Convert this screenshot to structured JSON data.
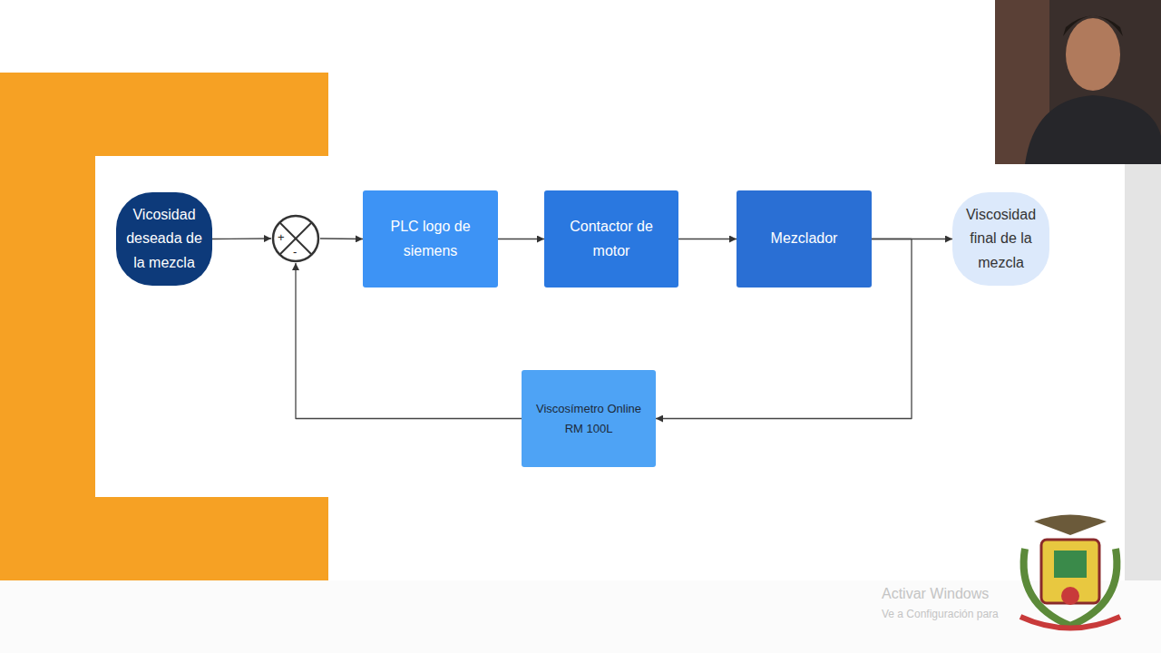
{
  "diagram": {
    "nodes": [
      {
        "text": [
          "Vicosidad deseada de la mezcla"
        ]
      },
      {
        "text": [
          "+",
          "-"
        ]
      },
      {
        "text": [
          "PLC logo de siemens"
        ]
      },
      {
        "text": [
          "Contactor de motor"
        ]
      },
      {
        "text": [
          "Mezclador"
        ]
      },
      {
        "text": [
          "Viscosidad final de la mezcla"
        ]
      },
      {
        "text": [
          "Viscosímetro Online RM 100L"
        ]
      }
    ],
    "edges": [
      {
        "from": 0,
        "to": 1,
        "arrow": "to"
      },
      {
        "from": 1,
        "to": 2,
        "arrow": "to"
      },
      {
        "from": 2,
        "to": 3,
        "arrow": "to"
      },
      {
        "from": 3,
        "to": 4,
        "arrow": "to"
      },
      {
        "from": 4,
        "to": 5,
        "arrow": "to"
      },
      {
        "from": 4,
        "to": 6,
        "arrow": "to"
      },
      {
        "from": 6,
        "to": 1,
        "arrow": "to"
      }
    ],
    "labels": [
      "Activar Windows",
      "Ve a Configuración para"
    ]
  }
}
